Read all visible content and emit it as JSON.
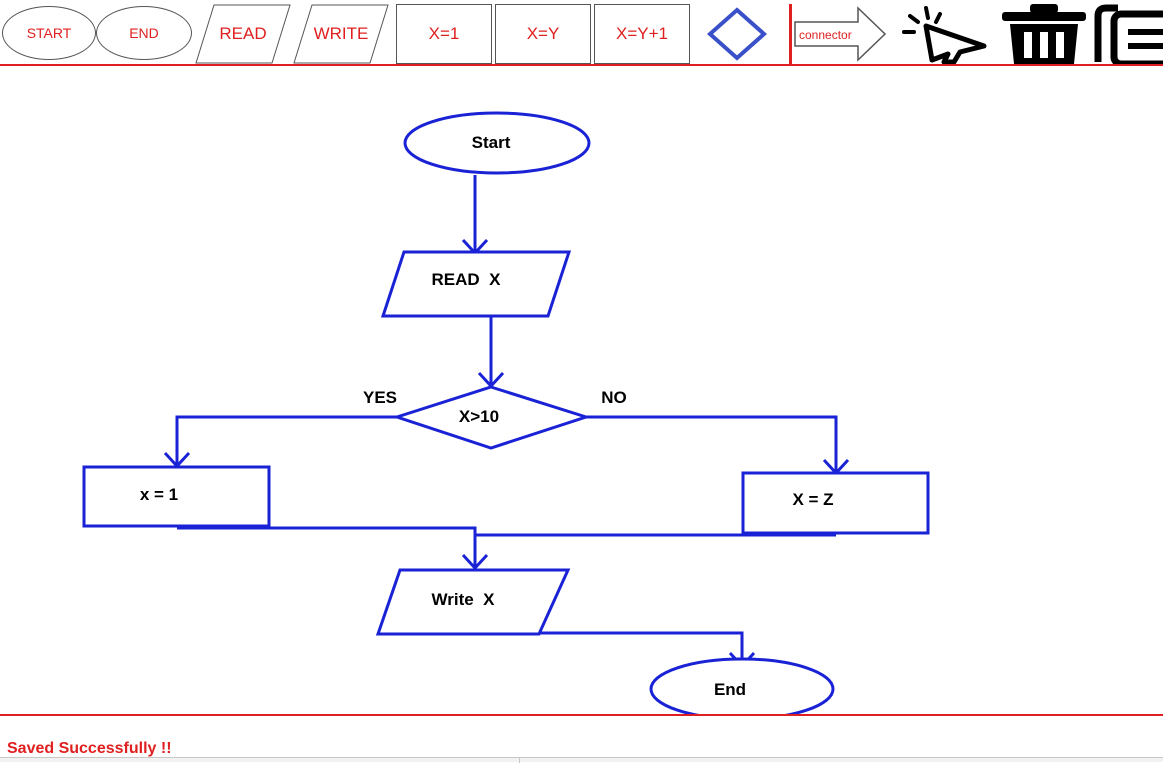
{
  "toolbar": {
    "start_label": "START",
    "end_label": "END",
    "read_label": "READ",
    "write_label": "WRITE",
    "assign1_label": "X=1",
    "assign2_label": "X=Y",
    "assign3_label": "X=Y+1",
    "connector_label": "connector",
    "icons": [
      "diamond-icon",
      "arrow-connector-icon",
      "cursor-click-icon",
      "trash-icon",
      "copy-icon"
    ]
  },
  "colors": {
    "accent": "#e02020",
    "flow": "#1a22d6",
    "diamond_tool": "#3a50c8"
  },
  "flowchart": {
    "start_label": "Start",
    "read_label": "READ  X",
    "decision_label": "X>10",
    "yes_label": "YES",
    "no_label": "NO",
    "yes_process_label": "x = 1",
    "no_process_label": "X = Z",
    "write_label": "Write  X",
    "end_label": "End"
  },
  "status": {
    "message": "Saved Successfully !!"
  }
}
